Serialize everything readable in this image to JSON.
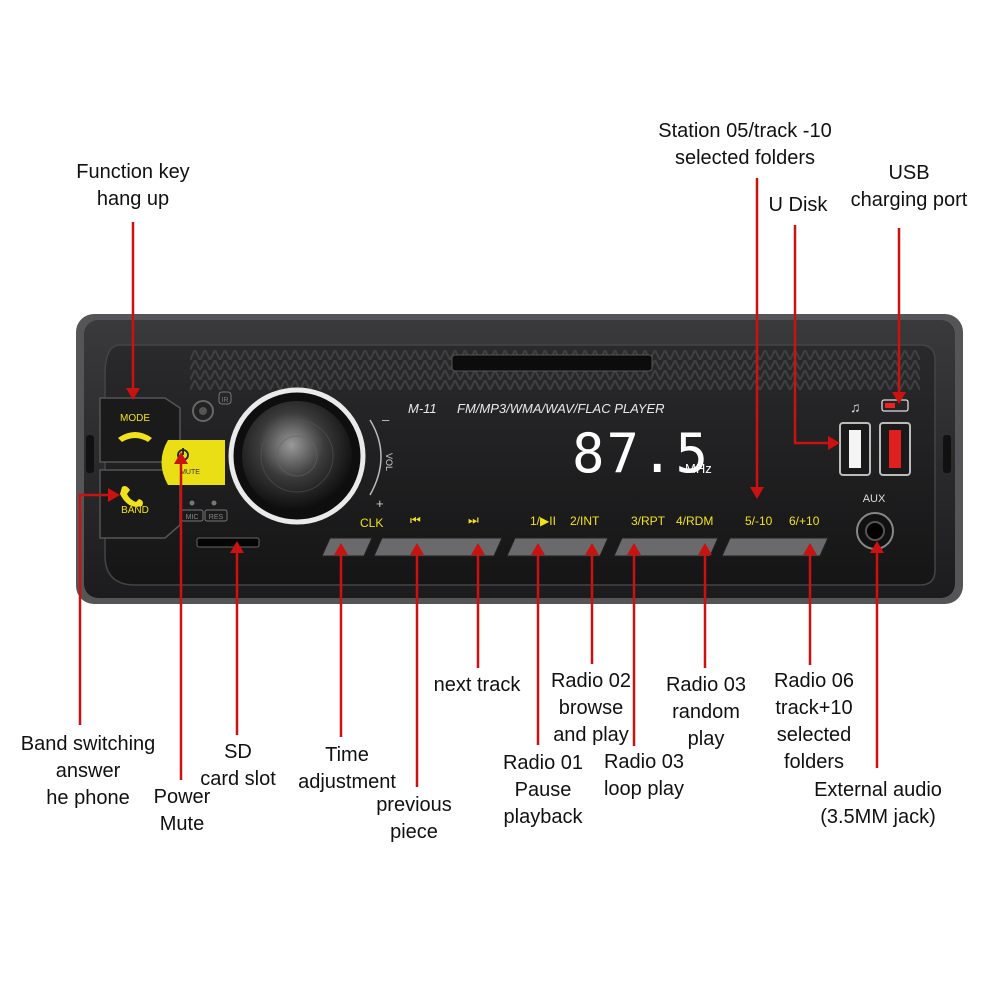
{
  "device": {
    "model": "M-11",
    "formats": "FM/MP3/WMA/WAV/FLAC  PLAYER",
    "frequency": "87.5",
    "unit": "MHz",
    "aux_label": "AUX",
    "clk_label": "CLK",
    "vol_label": "VOL",
    "mode_label": "MODE",
    "band_label": "BAND",
    "mute_label": "MUTE",
    "mic_label": "MIC",
    "res_label": "RES",
    "ir_label": "IR",
    "buttons": [
      "1/▶II",
      "2/INT",
      "3/RPT",
      "4/RDM",
      "5/-10",
      "6/+10"
    ],
    "accent_color": "#f2e21a",
    "display_color": "#ffffff"
  },
  "callouts": {
    "function_key": [
      "Function key",
      "hang up"
    ],
    "station05": [
      "Station 05/track -10",
      "selected folders"
    ],
    "usb_charging": [
      "USB",
      "charging port"
    ],
    "u_disk": [
      "U Disk"
    ],
    "band_switching": [
      "Band switching",
      "answer",
      "he phone"
    ],
    "power_mute": [
      "Power",
      "Mute"
    ],
    "sd_card": [
      "SD",
      "card slot"
    ],
    "time_adjustment": [
      "Time",
      "adjustment"
    ],
    "previous_piece": [
      "previous",
      "piece"
    ],
    "next_track": [
      "next track"
    ],
    "radio01": [
      "Radio 01",
      "Pause",
      "playback"
    ],
    "radio02": [
      "Radio 02",
      "browse",
      "and play"
    ],
    "radio03_loop": [
      "Radio 03",
      "loop play"
    ],
    "radio03_random": [
      "Radio 03",
      "random",
      "play"
    ],
    "radio06": [
      "Radio 06",
      "track+10",
      "selected",
      "folders"
    ],
    "external_audio": [
      "External audio",
      "(3.5MM jack)"
    ]
  },
  "line_color": "#cc1111"
}
